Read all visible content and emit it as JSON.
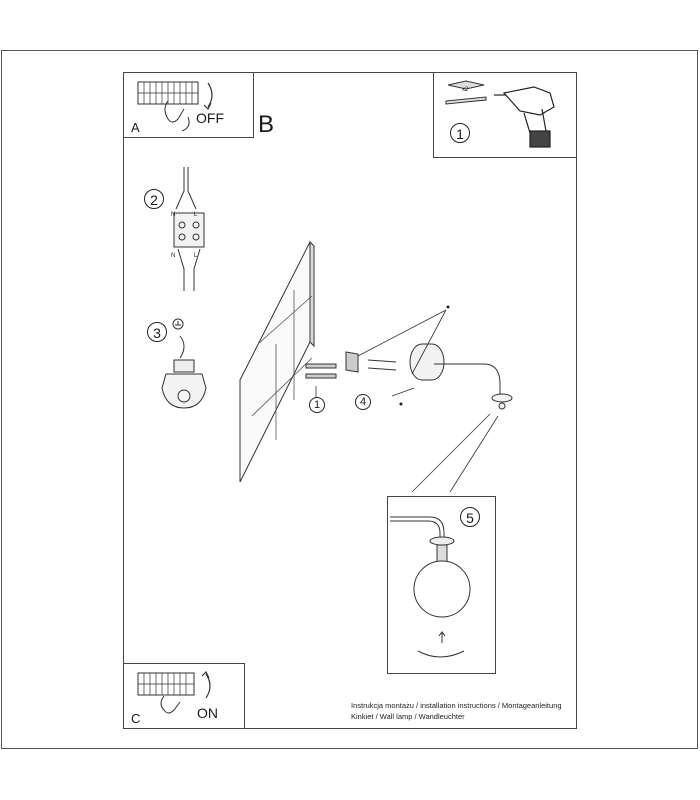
{
  "panels": {
    "a": {
      "letter": "A",
      "action": "OFF"
    },
    "b": {
      "letter": "B"
    },
    "c": {
      "letter": "C",
      "action": "ON"
    }
  },
  "steps": {
    "one": "1",
    "two": "2",
    "three": "3",
    "four": "4",
    "five": "5",
    "wall_one": "1"
  },
  "hardware_count": "x2",
  "wire_labels": {
    "n_top": "N",
    "l_top": "L",
    "n_bottom": "N",
    "l_bottom": "L"
  },
  "footer": {
    "line1": "Instrukcja montażu / installation instructions / Montageanleitung",
    "line2": "Kinkiet / Wall lamp / Wandleuchter"
  }
}
